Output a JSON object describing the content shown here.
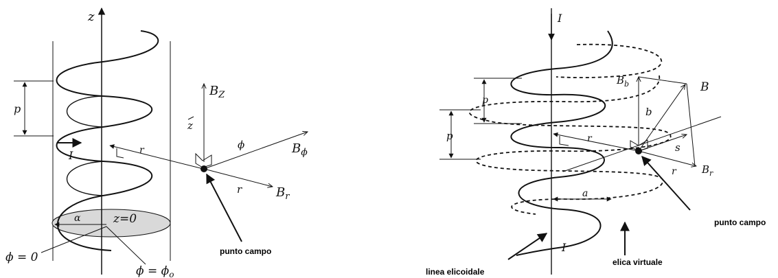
{
  "left_figure": {
    "axis_z": "z",
    "pitch": "p",
    "current": "I",
    "radius": "r",
    "unit_z": "z",
    "field_z": "B",
    "field_z_sub": "Z",
    "unit_phi": "ϕ",
    "field_phi": "B",
    "field_phi_sub": "ϕ",
    "unit_r": "r",
    "field_r": "B",
    "field_r_sub": "r",
    "alpha": "α",
    "z_origin": "z=0",
    "phi_zero": "ϕ = 0",
    "phi_zero_o": "ϕ = ϕ",
    "phi_o_sub": "o",
    "field_point": "punto campo"
  },
  "right_figure": {
    "current_top": "I",
    "current_bottom": "I",
    "pitch_upper": "p",
    "pitch_lower": "p",
    "radius": "r",
    "a": "a",
    "field_b": "B",
    "field_b_sub": "b",
    "unit_b": "b",
    "field_total": "B",
    "unit_s": "s",
    "unit_r": "r",
    "field_r": "B",
    "field_r_sub": "r",
    "field_point": "punto campo",
    "helical_line": "linea elicoidale",
    "virtual_helix": "elica virtuale"
  },
  "colors": {
    "ink": "#111111",
    "disk_fill": "#d9d9d9"
  }
}
